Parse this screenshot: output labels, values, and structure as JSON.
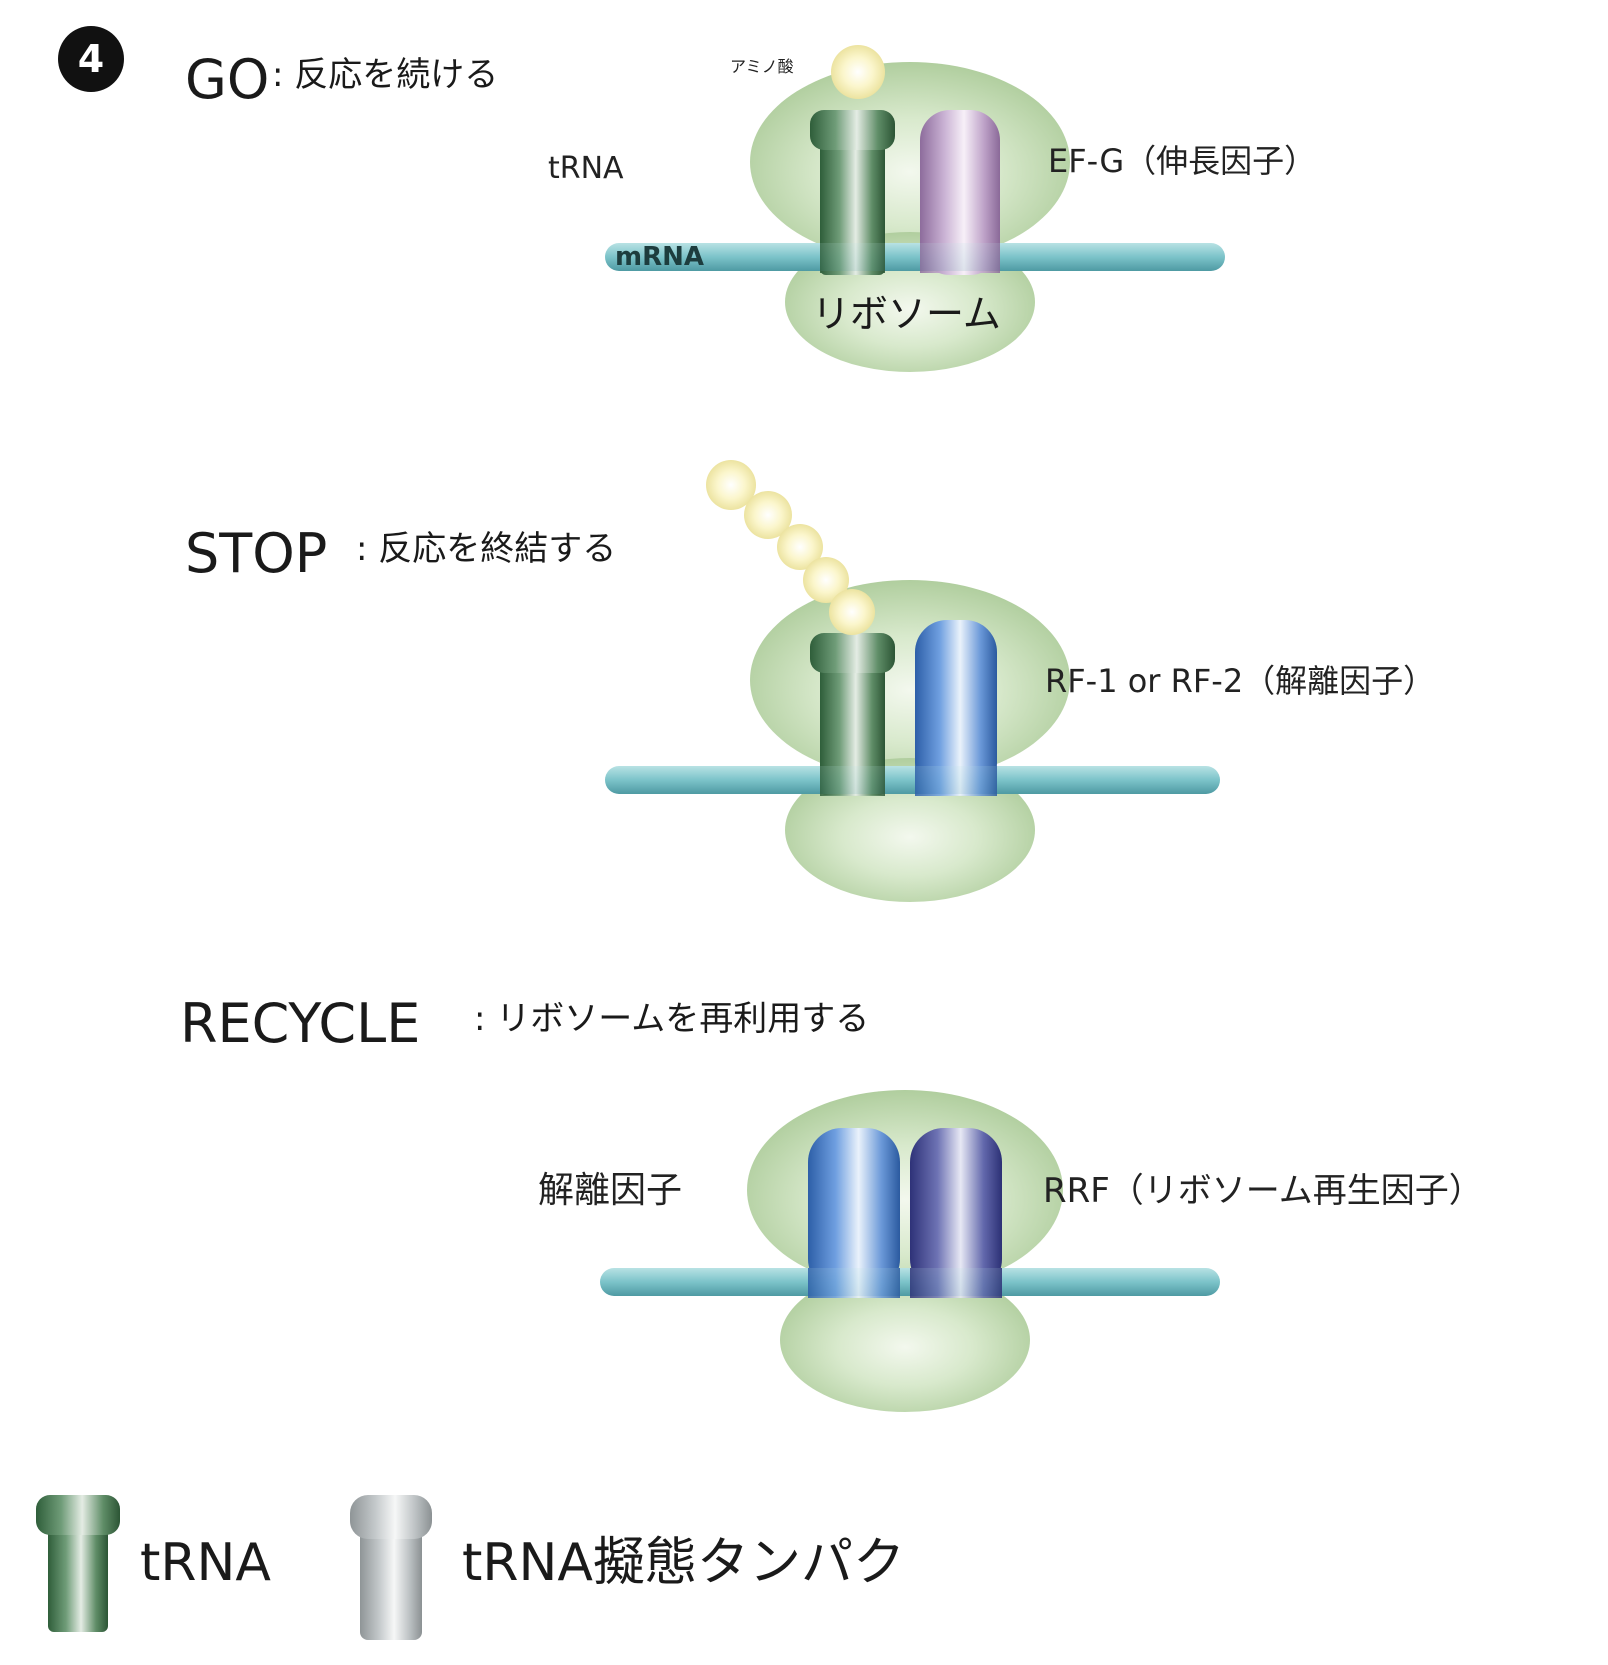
{
  "step_badge": "4",
  "panels": [
    {
      "heading": "GO",
      "subheading": ": 反応を続ける",
      "labels": {
        "amino_acid": "アミノ酸",
        "trna": "tRNA",
        "mrna": "mRNA",
        "right_factor": "EF-G（伸長因子）",
        "ribosome": "リボソーム"
      }
    },
    {
      "heading": "STOP",
      "subheading": ": 反応を終結する",
      "labels": {
        "right_factor": "RF-1 or RF-2（解離因子）"
      }
    },
    {
      "heading": "RECYCLE",
      "subheading": ": リボソームを再利用する",
      "labels": {
        "left_factor": "解離因子",
        "right_factor": "RRF（リボソーム再生因子）"
      }
    }
  ],
  "legend": [
    {
      "label": "tRNA",
      "swatch": "green"
    },
    {
      "label": "tRNA擬態タンパク",
      "swatch": "gray"
    }
  ],
  "colors": {
    "ribosome": "#b9d6a4",
    "mrna": "#7cc3c9",
    "trna_green": "#3f7a4c",
    "efg_pink": "#c3a4cf",
    "rf_blue": "#5a8fd6",
    "rrf_navy": "#5c62a8",
    "amino": "#f6f0b4",
    "mimic_gray": "#b9bec0"
  }
}
